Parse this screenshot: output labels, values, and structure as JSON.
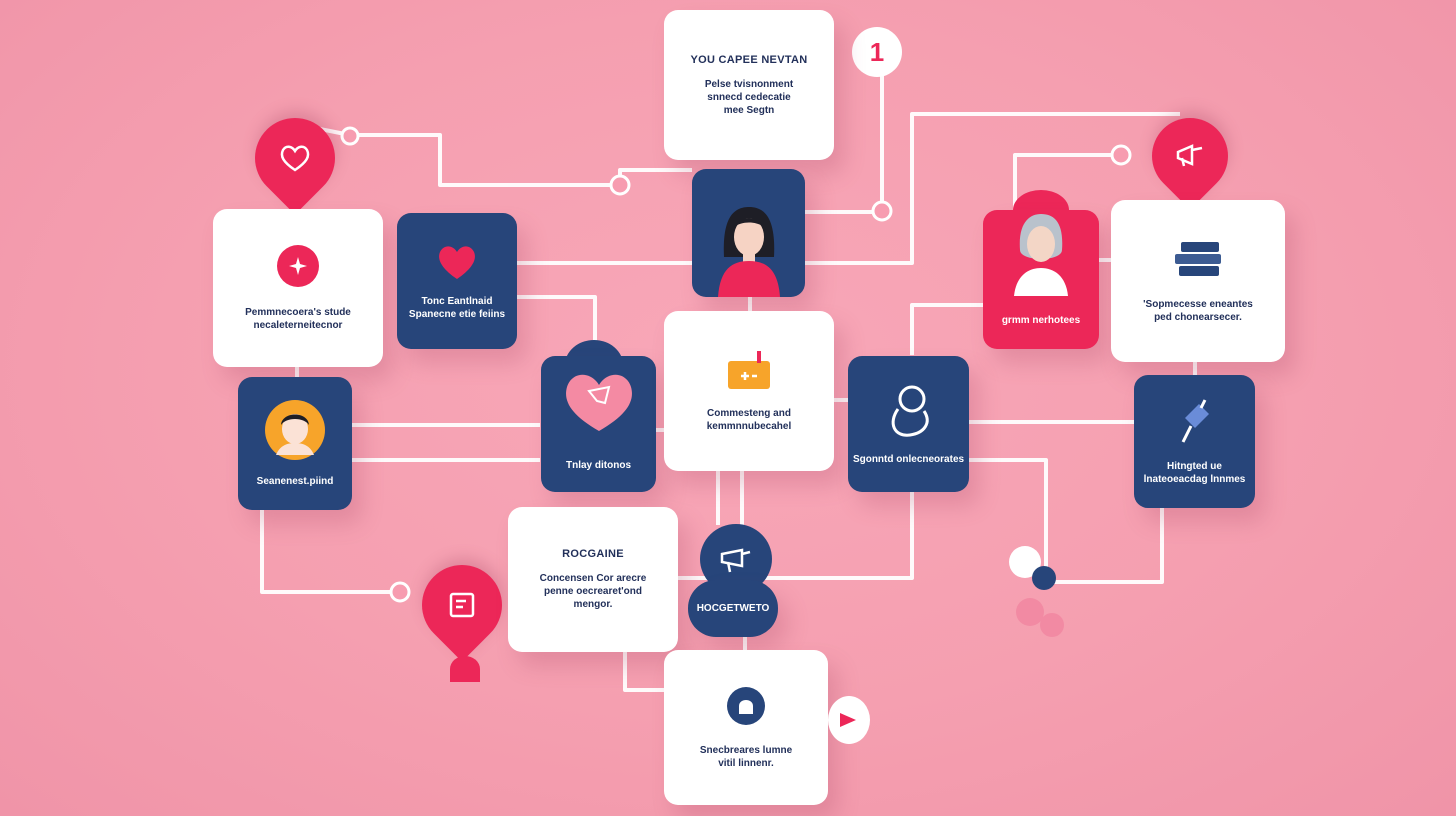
{
  "colors": {
    "background": "#f59fb0",
    "accent_pink": "#ec2758",
    "navy": "#27457a",
    "white": "#ffffff"
  },
  "badge": {
    "number": "1"
  },
  "nodes": {
    "top_center": {
      "title": "YOU CAPEE NEVTAN",
      "text": "Pelse tvisnonment\nsnnecd cedecatie\nmee Segtn"
    },
    "left_white": {
      "text": "Pemmnecoera's stude\nnecaleterneitecnor"
    },
    "left_navy_heart": {
      "text": "Tonc Eantlnaid\nSpanecne etie feiins"
    },
    "left_avatar": {
      "text": "Seanenest.piind"
    },
    "heart_chat": {
      "text": "Tnlay ditonos"
    },
    "center_white": {
      "text": "Commesteng and\nkemmnnubecahel"
    },
    "right_navy_icon": {
      "text": "Sgonntd onlecneorates"
    },
    "right_pink_portrait": {
      "text": "grmm nerhotees"
    },
    "right_white": {
      "text": "'Sopmecesse eneantes\nped chonearsecer."
    },
    "far_right_navy": {
      "text": "Hitngted ue\nlnateoeacdag lnnmes"
    },
    "bottom_left_white": {
      "title": "ROCGAINE",
      "text": "Concensen Cor arecre\npenne oecrearet'ond\nmengor."
    },
    "bottom_navy": {
      "text": "HOCGETWETO"
    },
    "bottom_center_white": {
      "text": "Snecbreares lumne\nvitil linnenr."
    }
  },
  "icons": {
    "pin_top_left": "heart-icon",
    "pin_top_right": "megaphone-icon",
    "pin_bottom_left": "document-icon",
    "node_left_white": "sparkle-icon",
    "node_left_navy_heart": "heart-icon",
    "node_top_center_avatar": "woman-avatar-icon",
    "node_left_avatar": "man-avatar-icon",
    "node_heart_chat": "heart-chat-icon",
    "node_center_white": "toolbox-icon",
    "node_right_navy": "hand-icon",
    "node_right_pink": "portrait-icon",
    "node_right_white": "books-icon",
    "node_far_right": "flag-icon",
    "node_bottom_navy": "megaphone-icon",
    "node_bottom_center": "lock-icon"
  }
}
